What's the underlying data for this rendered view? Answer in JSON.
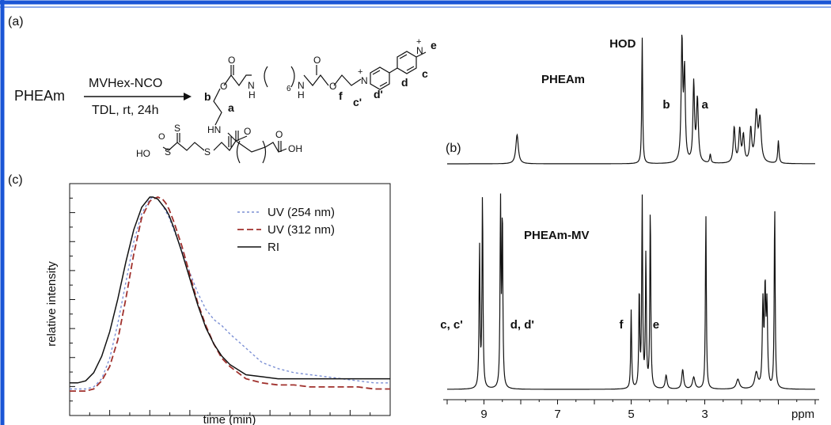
{
  "colors": {
    "frame": "#1a56d6",
    "ink": "#111111",
    "uv254": "#7b8fd4",
    "uv312": "#a0302c",
    "ri": "#111111"
  },
  "panel_labels": {
    "a": "(a)",
    "b": "(b)",
    "c": "(c)"
  },
  "scheme": {
    "reactant": "PHEAm",
    "reagent": "MVHex-NCO",
    "conditions": "TDL, rt, 24h",
    "structure_text": {
      "e": "e",
      "c": "c",
      "d": "d",
      "d_prime": "d'",
      "c_prime": "c'",
      "f": "f",
      "a": "a",
      "b": "b",
      "sub6": "6",
      "plus": "+",
      "N": "N",
      "O": "O",
      "S": "S",
      "HN": "HN",
      "H": "H",
      "HO": "HO",
      "OH": "OH"
    }
  },
  "chart_data": [
    {
      "type": "line",
      "panel": "(c)",
      "xlabel": "time (min)",
      "ylabel": "relative intensity",
      "legend_position": "top-right",
      "x": [
        0,
        5,
        10,
        15,
        20,
        25,
        30,
        35,
        40,
        45,
        50,
        52,
        55,
        58,
        60,
        62,
        65,
        70,
        75,
        80,
        85,
        90,
        95,
        100,
        110,
        120,
        130,
        140,
        150,
        160,
        170,
        180,
        190,
        200
      ],
      "series": [
        {
          "name": "UV (254 nm)",
          "style": "dotted",
          "values": [
            0.06,
            0.06,
            0.06,
            0.07,
            0.11,
            0.21,
            0.38,
            0.58,
            0.78,
            0.92,
            0.99,
            1.0,
            0.99,
            0.96,
            0.93,
            0.9,
            0.84,
            0.74,
            0.63,
            0.53,
            0.45,
            0.4,
            0.37,
            0.33,
            0.26,
            0.19,
            0.16,
            0.14,
            0.13,
            0.12,
            0.11,
            0.1,
            0.09,
            0.09
          ]
        },
        {
          "name": "UV (312 nm)",
          "style": "dashed",
          "values": [
            0.05,
            0.05,
            0.05,
            0.06,
            0.1,
            0.17,
            0.3,
            0.5,
            0.72,
            0.9,
            0.98,
            0.99,
            1.0,
            0.99,
            0.97,
            0.94,
            0.88,
            0.76,
            0.62,
            0.48,
            0.37,
            0.28,
            0.21,
            0.17,
            0.11,
            0.09,
            0.08,
            0.08,
            0.07,
            0.07,
            0.07,
            0.07,
            0.06,
            0.06
          ]
        },
        {
          "name": "RI",
          "style": "solid",
          "values": [
            0.09,
            0.09,
            0.1,
            0.14,
            0.22,
            0.34,
            0.5,
            0.68,
            0.84,
            0.95,
            1.0,
            1.0,
            0.99,
            0.96,
            0.94,
            0.91,
            0.85,
            0.73,
            0.6,
            0.47,
            0.36,
            0.28,
            0.22,
            0.18,
            0.13,
            0.12,
            0.11,
            0.11,
            0.11,
            0.11,
            0.11,
            0.11,
            0.11,
            0.11
          ]
        }
      ]
    },
    {
      "type": "line",
      "panel": "(b)",
      "subtype": "NMR spectrum",
      "xlabel": "ppm",
      "x_ticks": [
        9,
        7,
        5,
        3
      ],
      "x_reversed": true,
      "xlim": [
        10,
        0
      ],
      "spectra": [
        {
          "name": "PHEAm",
          "annotations": [
            {
              "label": "HOD",
              "ppm": 4.7
            },
            {
              "label": "b",
              "ppm": 3.6
            },
            {
              "label": "a",
              "ppm": 3.3
            }
          ],
          "peaks": [
            {
              "ppm": 8.1,
              "height": 0.23,
              "width": 0.04
            },
            {
              "ppm": 4.7,
              "height": 1.0,
              "width": 0.015
            },
            {
              "ppm": 3.62,
              "height": 0.96,
              "width": 0.025
            },
            {
              "ppm": 3.55,
              "height": 0.7,
              "width": 0.025
            },
            {
              "ppm": 3.3,
              "height": 0.62,
              "width": 0.025
            },
            {
              "ppm": 3.2,
              "height": 0.5,
              "width": 0.03
            },
            {
              "ppm": 2.85,
              "height": 0.07,
              "width": 0.02
            },
            {
              "ppm": 2.2,
              "height": 0.28,
              "width": 0.03
            },
            {
              "ppm": 2.05,
              "height": 0.26,
              "width": 0.03
            },
            {
              "ppm": 1.95,
              "height": 0.21,
              "width": 0.03
            },
            {
              "ppm": 1.75,
              "height": 0.26,
              "width": 0.03
            },
            {
              "ppm": 1.6,
              "height": 0.38,
              "width": 0.04
            },
            {
              "ppm": 1.5,
              "height": 0.33,
              "width": 0.04
            },
            {
              "ppm": 1.0,
              "height": 0.18,
              "width": 0.02
            }
          ]
        },
        {
          "name": "PHEAm-MV",
          "annotations": [
            {
              "label": "c, c'",
              "ppm": 9.1
            },
            {
              "label": "d, d'",
              "ppm": 8.5
            },
            {
              "label": "f",
              "ppm": 5.0
            },
            {
              "label": "e",
              "ppm": 4.5
            }
          ],
          "peaks": [
            {
              "ppm": 9.12,
              "height": 0.72,
              "width": 0.015
            },
            {
              "ppm": 9.04,
              "height": 0.99,
              "width": 0.015
            },
            {
              "ppm": 8.55,
              "height": 0.93,
              "width": 0.015
            },
            {
              "ppm": 8.5,
              "height": 0.88,
              "width": 0.015
            },
            {
              "ppm": 5.0,
              "height": 0.4,
              "width": 0.015
            },
            {
              "ppm": 4.78,
              "height": 0.5,
              "width": 0.015
            },
            {
              "ppm": 4.7,
              "height": 0.96,
              "width": 0.015
            },
            {
              "ppm": 4.6,
              "height": 0.68,
              "width": 0.015
            },
            {
              "ppm": 4.48,
              "height": 0.93,
              "width": 0.015
            },
            {
              "ppm": 4.05,
              "height": 0.07,
              "width": 0.03
            },
            {
              "ppm": 3.6,
              "height": 0.1,
              "width": 0.03
            },
            {
              "ppm": 3.3,
              "height": 0.06,
              "width": 0.04
            },
            {
              "ppm": 2.97,
              "height": 0.9,
              "width": 0.015
            },
            {
              "ppm": 2.1,
              "height": 0.05,
              "width": 0.05
            },
            {
              "ppm": 1.6,
              "height": 0.08,
              "width": 0.05
            },
            {
              "ppm": 1.42,
              "height": 0.42,
              "width": 0.02
            },
            {
              "ppm": 1.36,
              "height": 0.48,
              "width": 0.02
            },
            {
              "ppm": 1.31,
              "height": 0.4,
              "width": 0.02
            },
            {
              "ppm": 1.1,
              "height": 0.94,
              "width": 0.015
            }
          ]
        }
      ]
    }
  ]
}
